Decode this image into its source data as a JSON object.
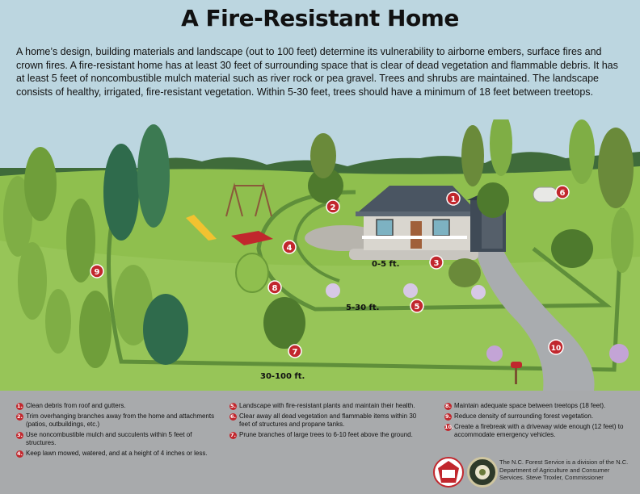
{
  "title": "A Fire-Resistant Home",
  "intro": "A home’s design, building materials and landscape (out to 100 feet) determine its vulnerability to airborne embers, surface fires and crown fires. A fire-resistant home has at least 30 feet of surrounding space that is clear of dead vegetation and flammable debris. It has at least 5 feet of noncombustible mulch material such as river rock or pea gravel. Trees and shrubs are maintained. The landscape consists of healthy, irrigated, fire-resistant vegetation. Within 5-30 feet, trees should have a minimum of 18 feet between treetops.",
  "zones": [
    "0-5 ft.",
    "5-30 ft.",
    "30-100 ft."
  ],
  "markers": [
    "1",
    "2",
    "3",
    "4",
    "5",
    "6",
    "7",
    "8",
    "9",
    "10"
  ],
  "legend": [
    {
      "num": "1.",
      "text": "Clean debris from roof and gutters."
    },
    {
      "num": "2.",
      "text": "Trim overhanging branches away from the home and attachments (patios, outbuildings, etc.)"
    },
    {
      "num": "3.",
      "text": "Use noncombustible mulch and succulents within 5 feet of structures."
    },
    {
      "num": "4.",
      "text": "Keep lawn mowed, watered, and at a height of 4 inches or less."
    },
    {
      "num": "5.",
      "text": "Landscape with fire-resistant plants and maintain their health."
    },
    {
      "num": "6.",
      "text": "Clear away all dead vegetation and flammable items within 30 feet of structures and propane tanks."
    },
    {
      "num": "7.",
      "text": "Prune branches of large trees to 6-10 feet above the ground."
    },
    {
      "num": "8.",
      "text": "Maintain adequate space between treetops (18 feet)."
    },
    {
      "num": "9.",
      "text": "Reduce density of surrounding forest vegetation."
    },
    {
      "num": "10.",
      "text": "Create a firebreak with a driveway wide enough (12 feet) to accommodate emergency vehicles."
    }
  ],
  "credit": "The N.C. Forest Service is a division of the N.C. Department of Agriculture and Consumer Services. Steve Troxler, Commissioner",
  "colors": {
    "marker": "#c1272d",
    "sky": "#bcd6e0",
    "lawn": "#8fbf4e",
    "path": "#5f8f3a",
    "driveway": "#a9acaf",
    "legend_bg": "#a8aaac"
  }
}
